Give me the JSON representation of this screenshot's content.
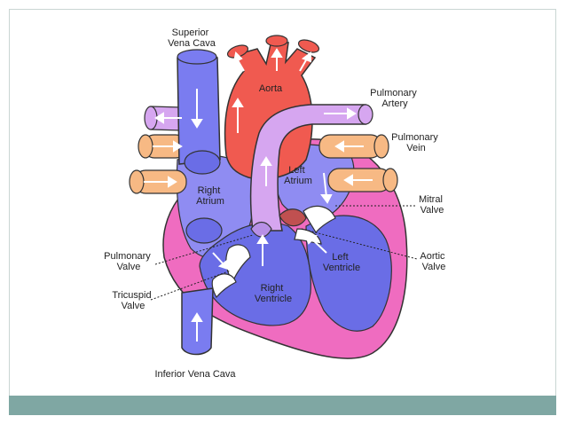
{
  "labels": {
    "superior_vena_cava": [
      "Superior",
      "Vena Cava"
    ],
    "aorta": "Aorta",
    "pulmonary_artery": [
      "Pulmonary",
      "Artery"
    ],
    "pulmonary_vein": [
      "Pulmonary",
      "Vein"
    ],
    "left_atrium": [
      "Left",
      "Atrium"
    ],
    "right_atrium": [
      "Right",
      "Atrium"
    ],
    "mitral_valve": [
      "Mitral",
      "Valve"
    ],
    "pulmonary_valve": [
      "Pulmonary",
      "Valve"
    ],
    "aortic_valve": [
      "Aortic",
      "Valve"
    ],
    "left_ventricle": [
      "Left",
      "Ventricle"
    ],
    "right_ventricle": [
      "Right",
      "Ventricle"
    ],
    "tricuspid_valve": [
      "Tricuspid",
      "Valve"
    ],
    "inferior_vena_cava": "Inferior Vena Cava"
  },
  "colors": {
    "vena_cava": "#7a7cf0",
    "aorta": "#f05a50",
    "pulmonary_artery": "#d6a6f0",
    "pulmonary_vein": "#f7b984",
    "heart_wall": "#ef6cc0",
    "right_chamber": "#8f8cf2",
    "left_chamber": "#6a6de6",
    "valve": "#ffffff",
    "footer": "#7fa7a3"
  }
}
